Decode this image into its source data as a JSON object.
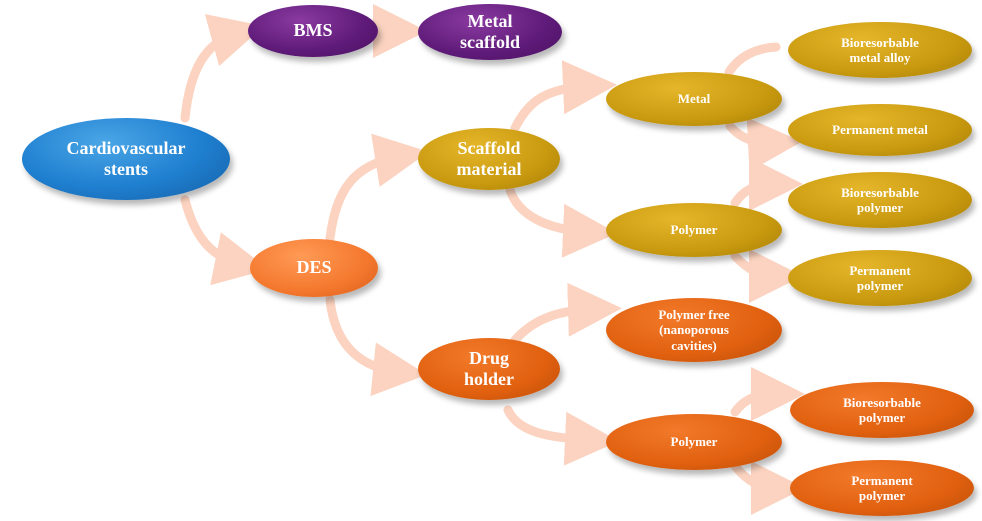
{
  "diagram": {
    "colors": {
      "root": "#1f7fd0",
      "bms": "#5e1a78",
      "des": "#f4782e",
      "scaffold_branch": "#c99a0f",
      "drug_branch": "#e0600f",
      "arrow": "#fbd3c0"
    },
    "nodes": {
      "root": {
        "lines": [
          "Cardiovascular",
          "stents"
        ]
      },
      "bms": {
        "lines": [
          "BMS"
        ]
      },
      "metal_scaffold": {
        "lines": [
          "Metal",
          "scaffold"
        ]
      },
      "des": {
        "lines": [
          "DES"
        ]
      },
      "scaffold_material": {
        "lines": [
          "Scaffold",
          "material"
        ]
      },
      "metal": {
        "lines": [
          "Metal"
        ]
      },
      "bioresorbable_metal_alloy": {
        "lines": [
          "Bioresorbable",
          "metal alloy"
        ]
      },
      "permanent_metal": {
        "lines": [
          "Permanent metal"
        ]
      },
      "polymer_scaffold": {
        "lines": [
          "Polymer"
        ]
      },
      "bioresorbable_polymer_scaffold": {
        "lines": [
          "Bioresorbable",
          "polymer"
        ]
      },
      "permanent_polymer_scaffold": {
        "lines": [
          "Permanent",
          "polymer"
        ]
      },
      "drug_holder": {
        "lines": [
          "Drug",
          "holder"
        ]
      },
      "polymer_free": {
        "lines": [
          "Polymer free",
          "(nanoporous",
          "cavities)"
        ]
      },
      "polymer_drug": {
        "lines": [
          "Polymer"
        ]
      },
      "bioresorbable_polymer_drug": {
        "lines": [
          "Bioresorbable",
          "polymer"
        ]
      },
      "permanent_polymer_drug": {
        "lines": [
          "Permanent",
          "polymer"
        ]
      }
    }
  }
}
